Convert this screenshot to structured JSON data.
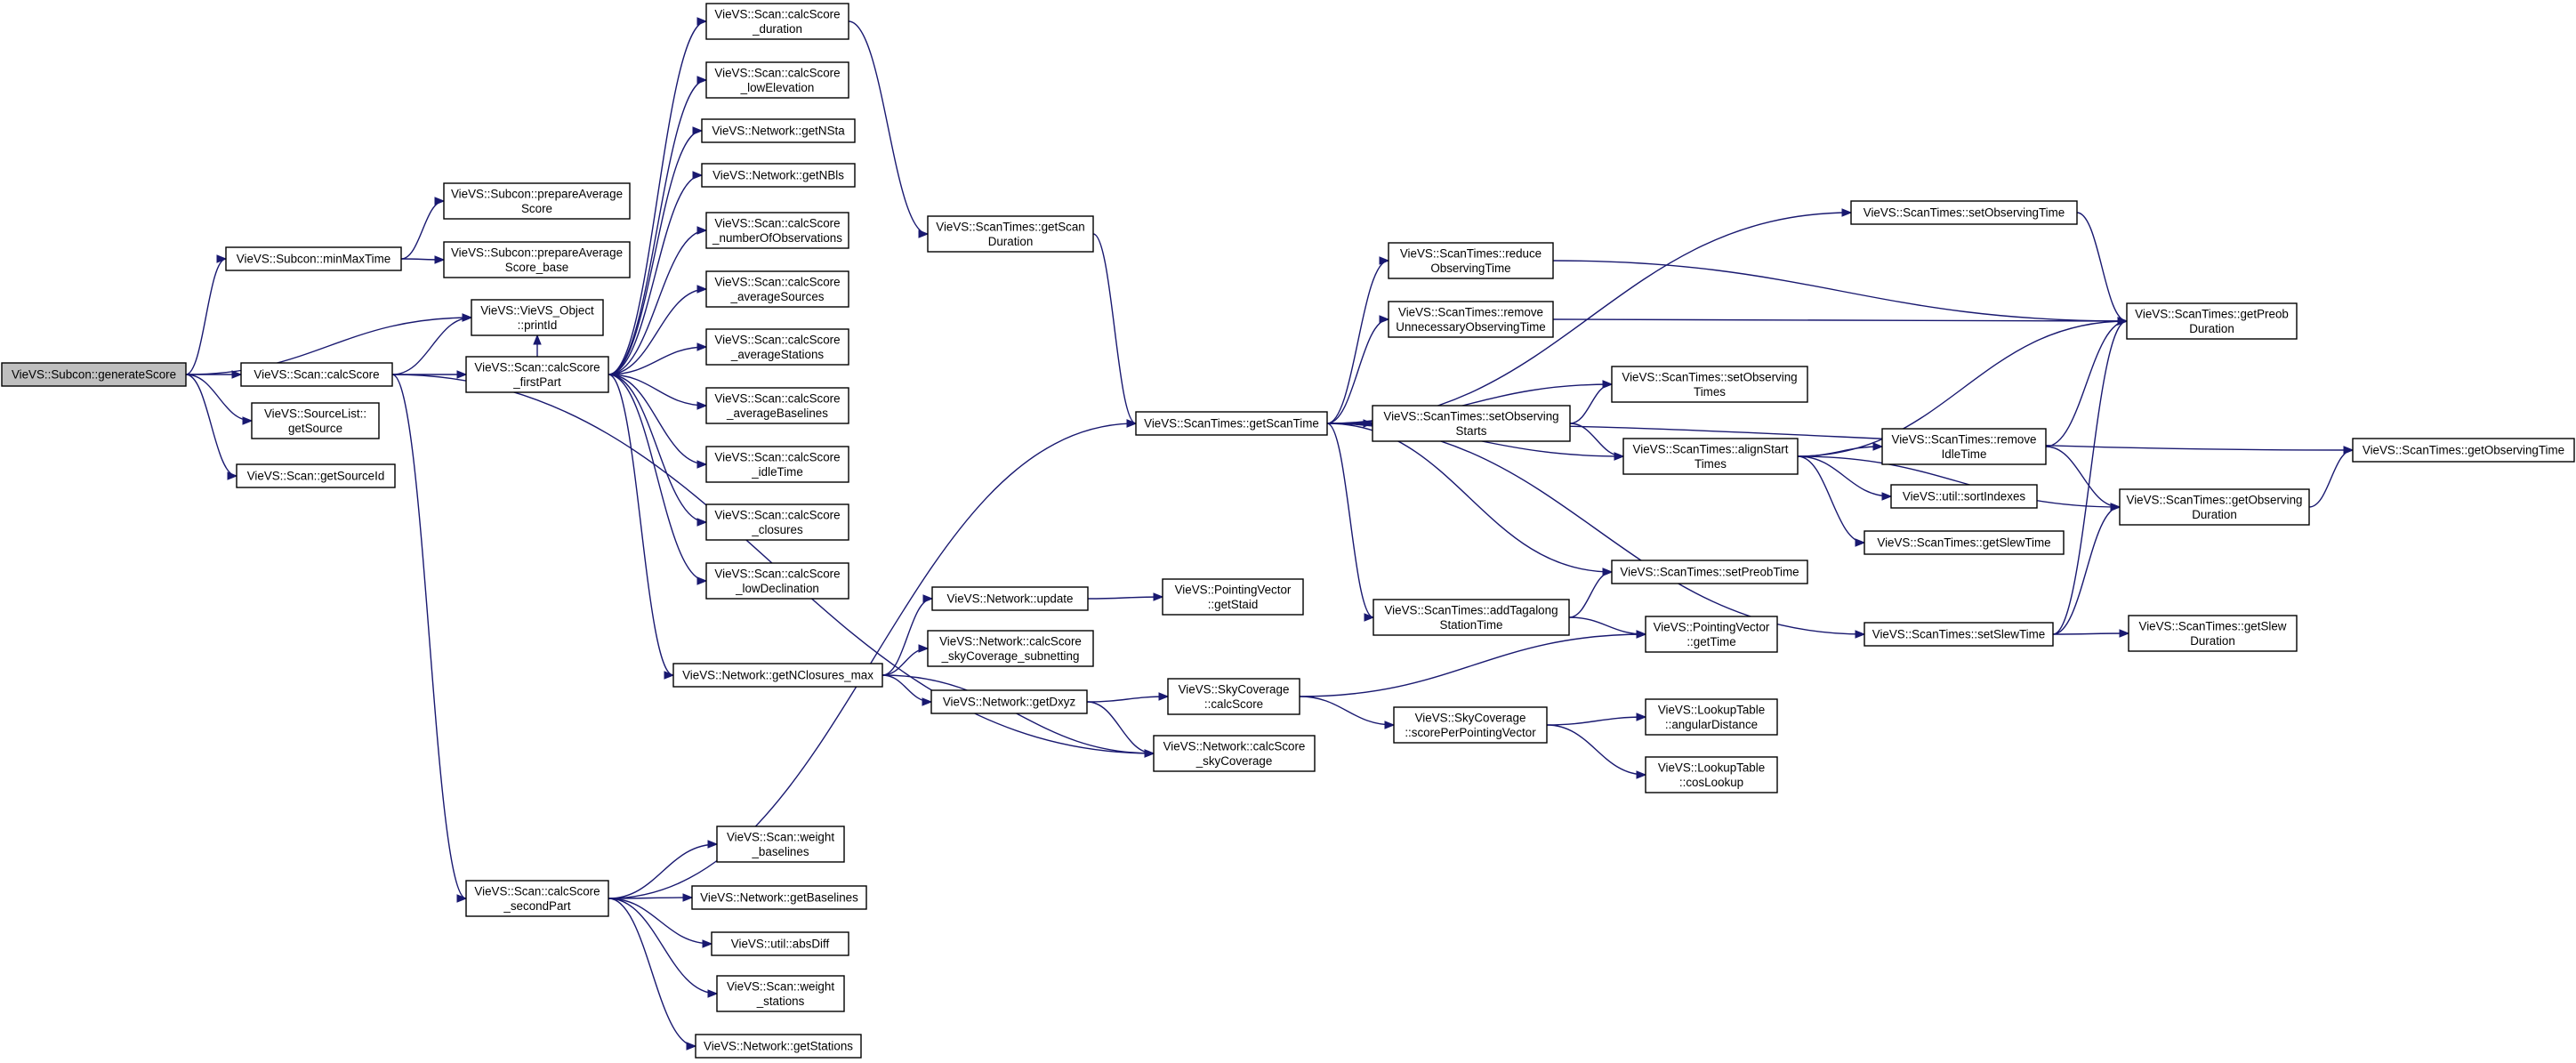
{
  "nodes": [
    {
      "id": "generateScore",
      "lines": [
        "VieVS::Subcon::generateScore"
      ],
      "root": true
    },
    {
      "id": "minMaxTime",
      "lines": [
        "VieVS::Subcon::minMaxTime"
      ]
    },
    {
      "id": "prepAvg",
      "lines": [
        "VieVS::Subcon::prepareAverage",
        "Score"
      ]
    },
    {
      "id": "prepAvgBase",
      "lines": [
        "VieVS::Subcon::prepareAverage",
        "Score_base"
      ]
    },
    {
      "id": "printId",
      "lines": [
        "VieVS::VieVS_Object",
        "::printId"
      ]
    },
    {
      "id": "calcScore",
      "lines": [
        "VieVS::Scan::calcScore"
      ]
    },
    {
      "id": "getSource",
      "lines": [
        "VieVS::SourceList::",
        "getSource"
      ]
    },
    {
      "id": "getSourceId",
      "lines": [
        "VieVS::Scan::getSourceId"
      ]
    },
    {
      "id": "firstPart",
      "lines": [
        "VieVS::Scan::calcScore",
        "_firstPart"
      ]
    },
    {
      "id": "secondPart",
      "lines": [
        "VieVS::Scan::calcScore",
        "_secondPart"
      ]
    },
    {
      "id": "duration",
      "lines": [
        "VieVS::Scan::calcScore",
        "_duration"
      ]
    },
    {
      "id": "lowElev",
      "lines": [
        "VieVS::Scan::calcScore",
        "_lowElevation"
      ]
    },
    {
      "id": "getNSta",
      "lines": [
        "VieVS::Network::getNSta"
      ]
    },
    {
      "id": "getNBls",
      "lines": [
        "VieVS::Network::getNBls"
      ]
    },
    {
      "id": "numObs",
      "lines": [
        "VieVS::Scan::calcScore",
        "_numberOfObservations"
      ]
    },
    {
      "id": "avgSrc",
      "lines": [
        "VieVS::Scan::calcScore",
        "_averageSources"
      ]
    },
    {
      "id": "avgSta",
      "lines": [
        "VieVS::Scan::calcScore",
        "_averageStations"
      ]
    },
    {
      "id": "avgBl",
      "lines": [
        "VieVS::Scan::calcScore",
        "_averageBaselines"
      ]
    },
    {
      "id": "idleTime",
      "lines": [
        "VieVS::Scan::calcScore",
        "_idleTime"
      ]
    },
    {
      "id": "closures",
      "lines": [
        "VieVS::Scan::calcScore",
        "_closures"
      ]
    },
    {
      "id": "lowDecl",
      "lines": [
        "VieVS::Scan::calcScore",
        "_lowDeclination"
      ]
    },
    {
      "id": "getNClosuresMax",
      "lines": [
        "VieVS::Network::getNClosures_max"
      ]
    },
    {
      "id": "weightBl",
      "lines": [
        "VieVS::Scan::weight",
        "_baselines"
      ]
    },
    {
      "id": "getBaselines",
      "lines": [
        "VieVS::Network::getBaselines"
      ]
    },
    {
      "id": "absDiff",
      "lines": [
        "VieVS::util::absDiff"
      ]
    },
    {
      "id": "weightSta",
      "lines": [
        "VieVS::Scan::weight",
        "_stations"
      ]
    },
    {
      "id": "getStations",
      "lines": [
        "VieVS::Network::getStations"
      ]
    },
    {
      "id": "getScanDuration",
      "lines": [
        "VieVS::ScanTimes::getScan",
        "Duration"
      ]
    },
    {
      "id": "getScanTime",
      "lines": [
        "VieVS::ScanTimes::getScanTime"
      ]
    },
    {
      "id": "netUpdate",
      "lines": [
        "VieVS::Network::update"
      ]
    },
    {
      "id": "skyCovSub",
      "lines": [
        "VieVS::Network::calcScore",
        "_skyCoverage_subnetting"
      ]
    },
    {
      "id": "getDxyz",
      "lines": [
        "VieVS::Network::getDxyz"
      ]
    },
    {
      "id": "netSkyCov",
      "lines": [
        "VieVS::Network::calcScore",
        "_skyCoverage"
      ]
    },
    {
      "id": "pvGetStaid",
      "lines": [
        "VieVS::PointingVector",
        "::getStaid"
      ]
    },
    {
      "id": "skyCalc",
      "lines": [
        "VieVS::SkyCoverage",
        "::calcScore"
      ]
    },
    {
      "id": "scorePerPV",
      "lines": [
        "VieVS::SkyCoverage",
        "::scorePerPointingVector"
      ]
    },
    {
      "id": "angDist",
      "lines": [
        "VieVS::LookupTable",
        "::angularDistance"
      ]
    },
    {
      "id": "cosLookup",
      "lines": [
        "VieVS::LookupTable",
        "::cosLookup"
      ]
    },
    {
      "id": "reduceObs",
      "lines": [
        "VieVS::ScanTimes::reduce",
        "ObservingTime"
      ]
    },
    {
      "id": "removeUnnec",
      "lines": [
        "VieVS::ScanTimes::remove",
        "UnnecessaryObservingTime"
      ]
    },
    {
      "id": "setObsStarts",
      "lines": [
        "VieVS::ScanTimes::setObserving",
        "Starts"
      ]
    },
    {
      "id": "addTagalong",
      "lines": [
        "VieVS::ScanTimes::addTagalong",
        "StationTime"
      ]
    },
    {
      "id": "setObsTimes",
      "lines": [
        "VieVS::ScanTimes::setObserving",
        "Times"
      ]
    },
    {
      "id": "alignStart",
      "lines": [
        "VieVS::ScanTimes::alignStart",
        "Times"
      ]
    },
    {
      "id": "setPreobTime",
      "lines": [
        "VieVS::ScanTimes::setPreobTime"
      ]
    },
    {
      "id": "pvGetTime",
      "lines": [
        "VieVS::PointingVector",
        "::getTime"
      ]
    },
    {
      "id": "setObsTime",
      "lines": [
        "VieVS::ScanTimes::setObservingTime"
      ]
    },
    {
      "id": "removeIdle",
      "lines": [
        "VieVS::ScanTimes::remove",
        "IdleTime"
      ]
    },
    {
      "id": "sortIndexes",
      "lines": [
        "VieVS::util::sortIndexes"
      ]
    },
    {
      "id": "getSlewTime",
      "lines": [
        "VieVS::ScanTimes::getSlewTime"
      ]
    },
    {
      "id": "setSlewTime",
      "lines": [
        "VieVS::ScanTimes::setSlewTime"
      ]
    },
    {
      "id": "getPreobDur",
      "lines": [
        "VieVS::ScanTimes::getPreob",
        "Duration"
      ]
    },
    {
      "id": "getObsDur",
      "lines": [
        "VieVS::ScanTimes::getObserving",
        "Duration"
      ]
    },
    {
      "id": "getSlewDur",
      "lines": [
        "VieVS::ScanTimes::getSlew",
        "Duration"
      ]
    },
    {
      "id": "getObsTime",
      "lines": [
        "VieVS::ScanTimes::getObservingTime"
      ]
    }
  ],
  "edges": [
    [
      "generateScore",
      "minMaxTime"
    ],
    [
      "generateScore",
      "printId"
    ],
    [
      "generateScore",
      "calcScore"
    ],
    [
      "generateScore",
      "getSource"
    ],
    [
      "generateScore",
      "getSourceId"
    ],
    [
      "minMaxTime",
      "prepAvg"
    ],
    [
      "minMaxTime",
      "prepAvgBase"
    ],
    [
      "calcScore",
      "printId"
    ],
    [
      "calcScore",
      "firstPart"
    ],
    [
      "calcScore",
      "secondPart"
    ],
    [
      "calcScore",
      "netSkyCov"
    ],
    [
      "firstPart",
      "printId"
    ],
    [
      "firstPart",
      "duration"
    ],
    [
      "firstPart",
      "lowElev"
    ],
    [
      "firstPart",
      "getNSta"
    ],
    [
      "firstPart",
      "getNBls"
    ],
    [
      "firstPart",
      "numObs"
    ],
    [
      "firstPart",
      "avgSrc"
    ],
    [
      "firstPart",
      "avgSta"
    ],
    [
      "firstPart",
      "avgBl"
    ],
    [
      "firstPart",
      "idleTime"
    ],
    [
      "firstPart",
      "closures"
    ],
    [
      "firstPart",
      "lowDecl"
    ],
    [
      "firstPart",
      "getNClosuresMax"
    ],
    [
      "secondPart",
      "getScanTime"
    ],
    [
      "secondPart",
      "weightBl"
    ],
    [
      "secondPart",
      "getBaselines"
    ],
    [
      "secondPart",
      "absDiff"
    ],
    [
      "secondPart",
      "weightSta"
    ],
    [
      "secondPart",
      "getStations"
    ],
    [
      "duration",
      "getScanDuration"
    ],
    [
      "getScanDuration",
      "getScanTime"
    ],
    [
      "getNClosuresMax",
      "netUpdate"
    ],
    [
      "getNClosuresMax",
      "skyCovSub"
    ],
    [
      "getNClosuresMax",
      "getDxyz"
    ],
    [
      "getNClosuresMax",
      "netSkyCov"
    ],
    [
      "netUpdate",
      "pvGetStaid"
    ],
    [
      "getDxyz",
      "skyCalc"
    ],
    [
      "getDxyz",
      "netSkyCov"
    ],
    [
      "skyCalc",
      "pvGetTime"
    ],
    [
      "skyCalc",
      "scorePerPV"
    ],
    [
      "scorePerPV",
      "angDist"
    ],
    [
      "scorePerPV",
      "cosLookup"
    ],
    [
      "getScanTime",
      "setObsTime"
    ],
    [
      "getScanTime",
      "reduceObs"
    ],
    [
      "getScanTime",
      "removeUnnec"
    ],
    [
      "getScanTime",
      "setObsTimes"
    ],
    [
      "getScanTime",
      "setObsStarts"
    ],
    [
      "getScanTime",
      "alignStart"
    ],
    [
      "getScanTime",
      "getObsTime"
    ],
    [
      "getScanTime",
      "setSlewTime"
    ],
    [
      "getScanTime",
      "setPreobTime"
    ],
    [
      "getScanTime",
      "addTagalong"
    ],
    [
      "reduceObs",
      "getPreobDur"
    ],
    [
      "removeUnnec",
      "getPreobDur"
    ],
    [
      "setObsStarts",
      "setObsTimes"
    ],
    [
      "setObsStarts",
      "alignStart"
    ],
    [
      "addTagalong",
      "setPreobTime"
    ],
    [
      "addTagalong",
      "pvGetTime"
    ],
    [
      "setObsTime",
      "getPreobDur"
    ],
    [
      "alignStart",
      "getPreobDur"
    ],
    [
      "alignStart",
      "removeIdle"
    ],
    [
      "alignStart",
      "sortIndexes"
    ],
    [
      "alignStart",
      "getSlewTime"
    ],
    [
      "alignStart",
      "getObsDur"
    ],
    [
      "removeIdle",
      "getPreobDur"
    ],
    [
      "removeIdle",
      "getObsDur"
    ],
    [
      "setSlewTime",
      "getPreobDur"
    ],
    [
      "setSlewTime",
      "getObsDur"
    ],
    [
      "setSlewTime",
      "getSlewDur"
    ],
    [
      "getObsDur",
      "getObsTime"
    ]
  ]
}
